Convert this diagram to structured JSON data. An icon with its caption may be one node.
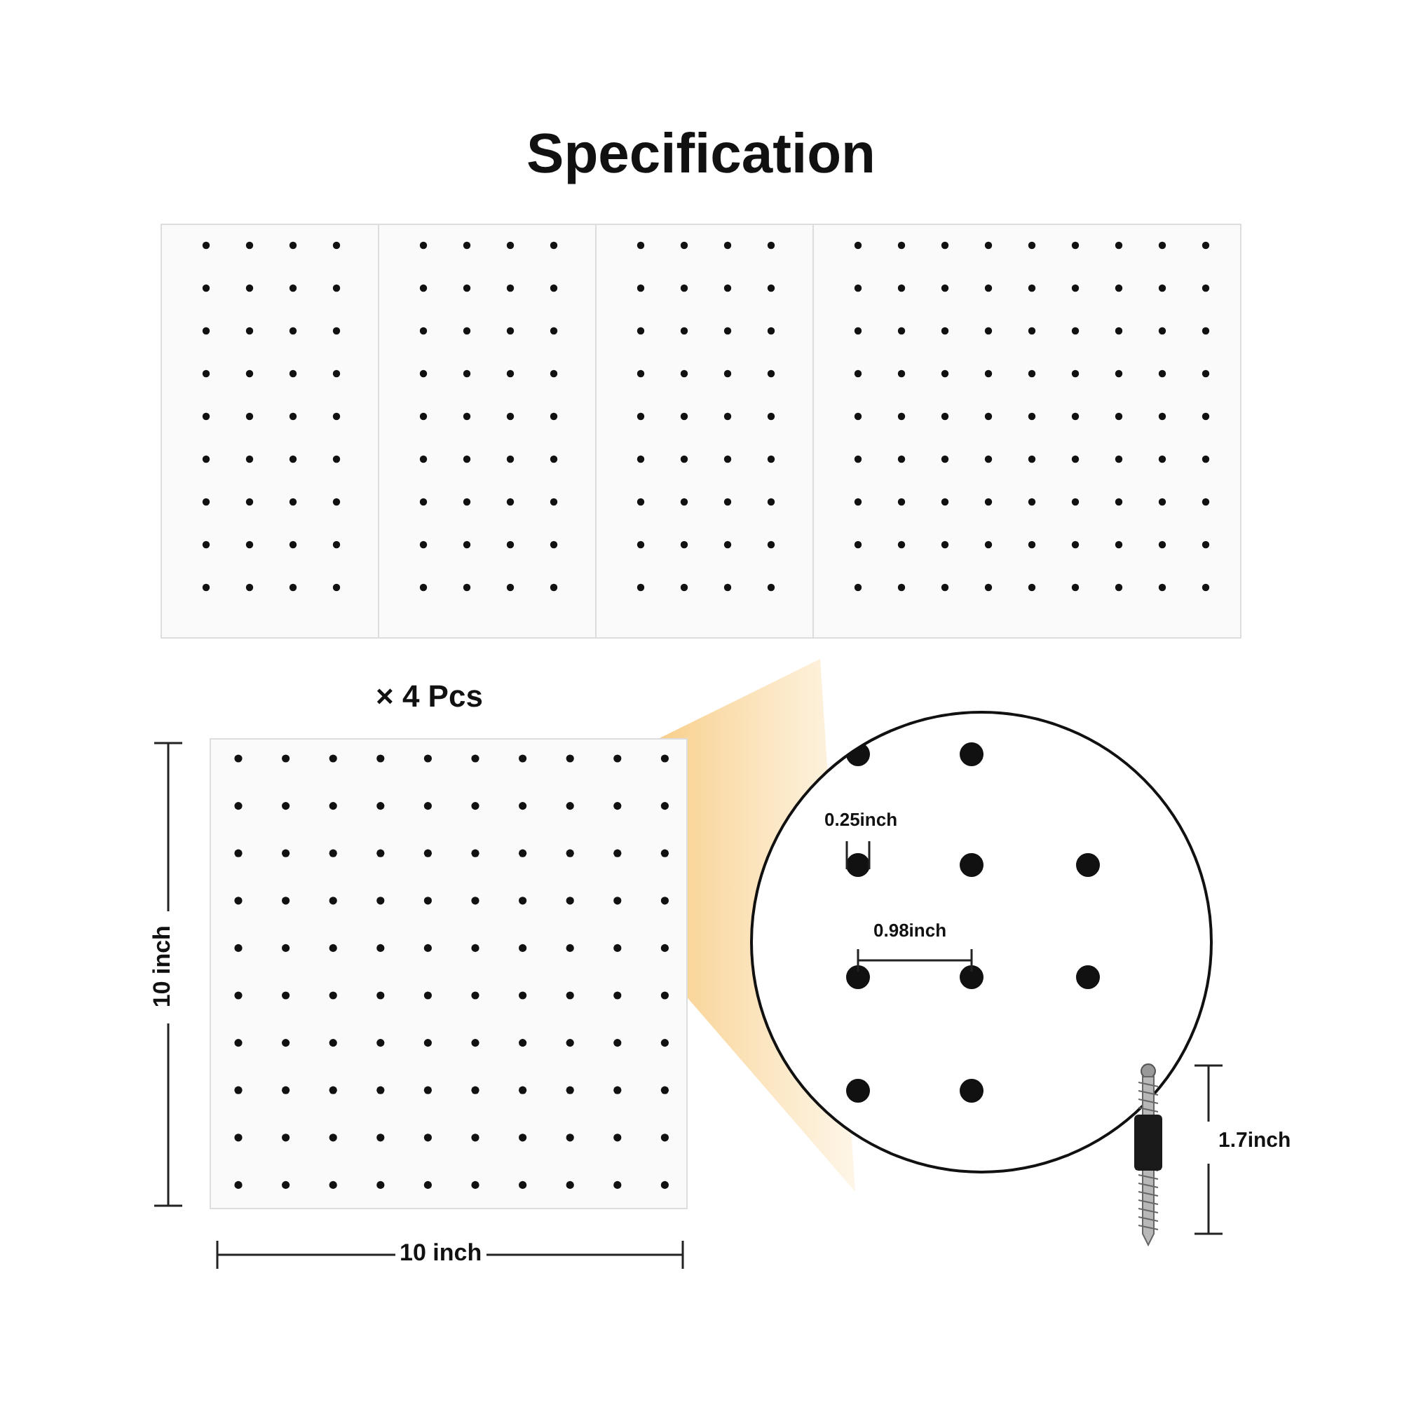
{
  "diagram": {
    "title": "Specification",
    "labels": [
      "× 4 Pcs",
      "10 inch",
      "0.25inch",
      "0.98inch",
      "1.7inch",
      "10 inch"
    ]
  }
}
